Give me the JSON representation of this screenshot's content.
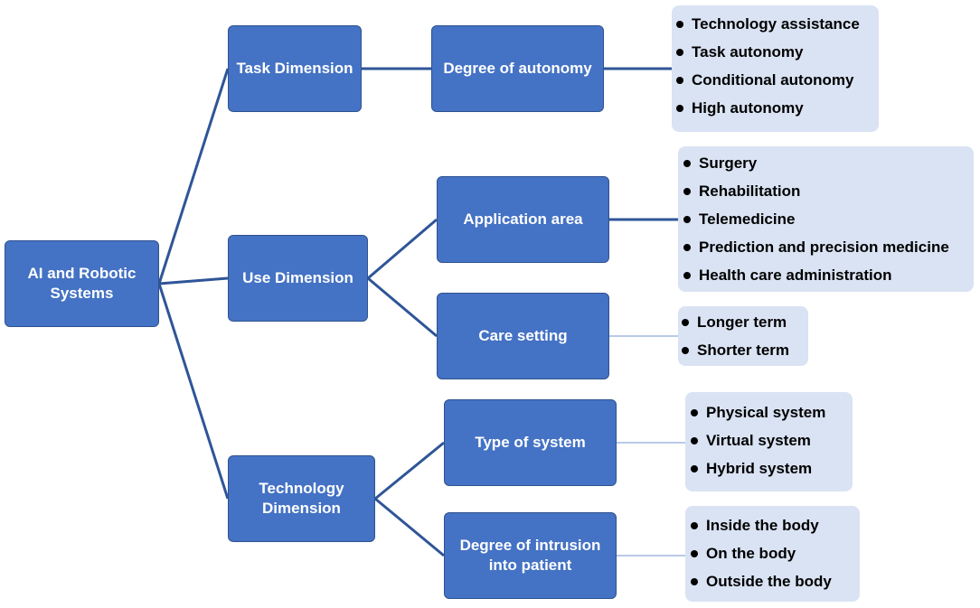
{
  "root": {
    "label": "AI and Robotic\nSystems"
  },
  "dimensions": [
    {
      "label": "Task Dimension"
    },
    {
      "label": "Use Dimension"
    },
    {
      "label": "Technology\nDimension"
    }
  ],
  "categories": [
    {
      "label": "Degree of autonomy"
    },
    {
      "label": "Application  area"
    },
    {
      "label": "Care setting"
    },
    {
      "label": "Type of system"
    },
    {
      "label": "Degree of intrusion\ninto patient"
    }
  ],
  "lists": [
    {
      "items": [
        "Technology assistance",
        "Task autonomy",
        "Conditional  autonomy",
        "High autonomy"
      ]
    },
    {
      "items": [
        "Surgery",
        "Rehabilitation",
        "Telemedicine",
        "Prediction and precision medicine",
        "Health care administration"
      ]
    },
    {
      "items": [
        "Longer term",
        "Shorter term"
      ]
    },
    {
      "items": [
        "Physical system",
        "Virtual  system",
        "Hybrid system"
      ]
    },
    {
      "items": [
        "Inside the body",
        "On the body",
        "Outside the body"
      ]
    }
  ],
  "colors": {
    "node_fill": "#4472c4",
    "node_border": "#2f528f",
    "connector": "#2f5597",
    "list_fill": "#dae3f3"
  }
}
